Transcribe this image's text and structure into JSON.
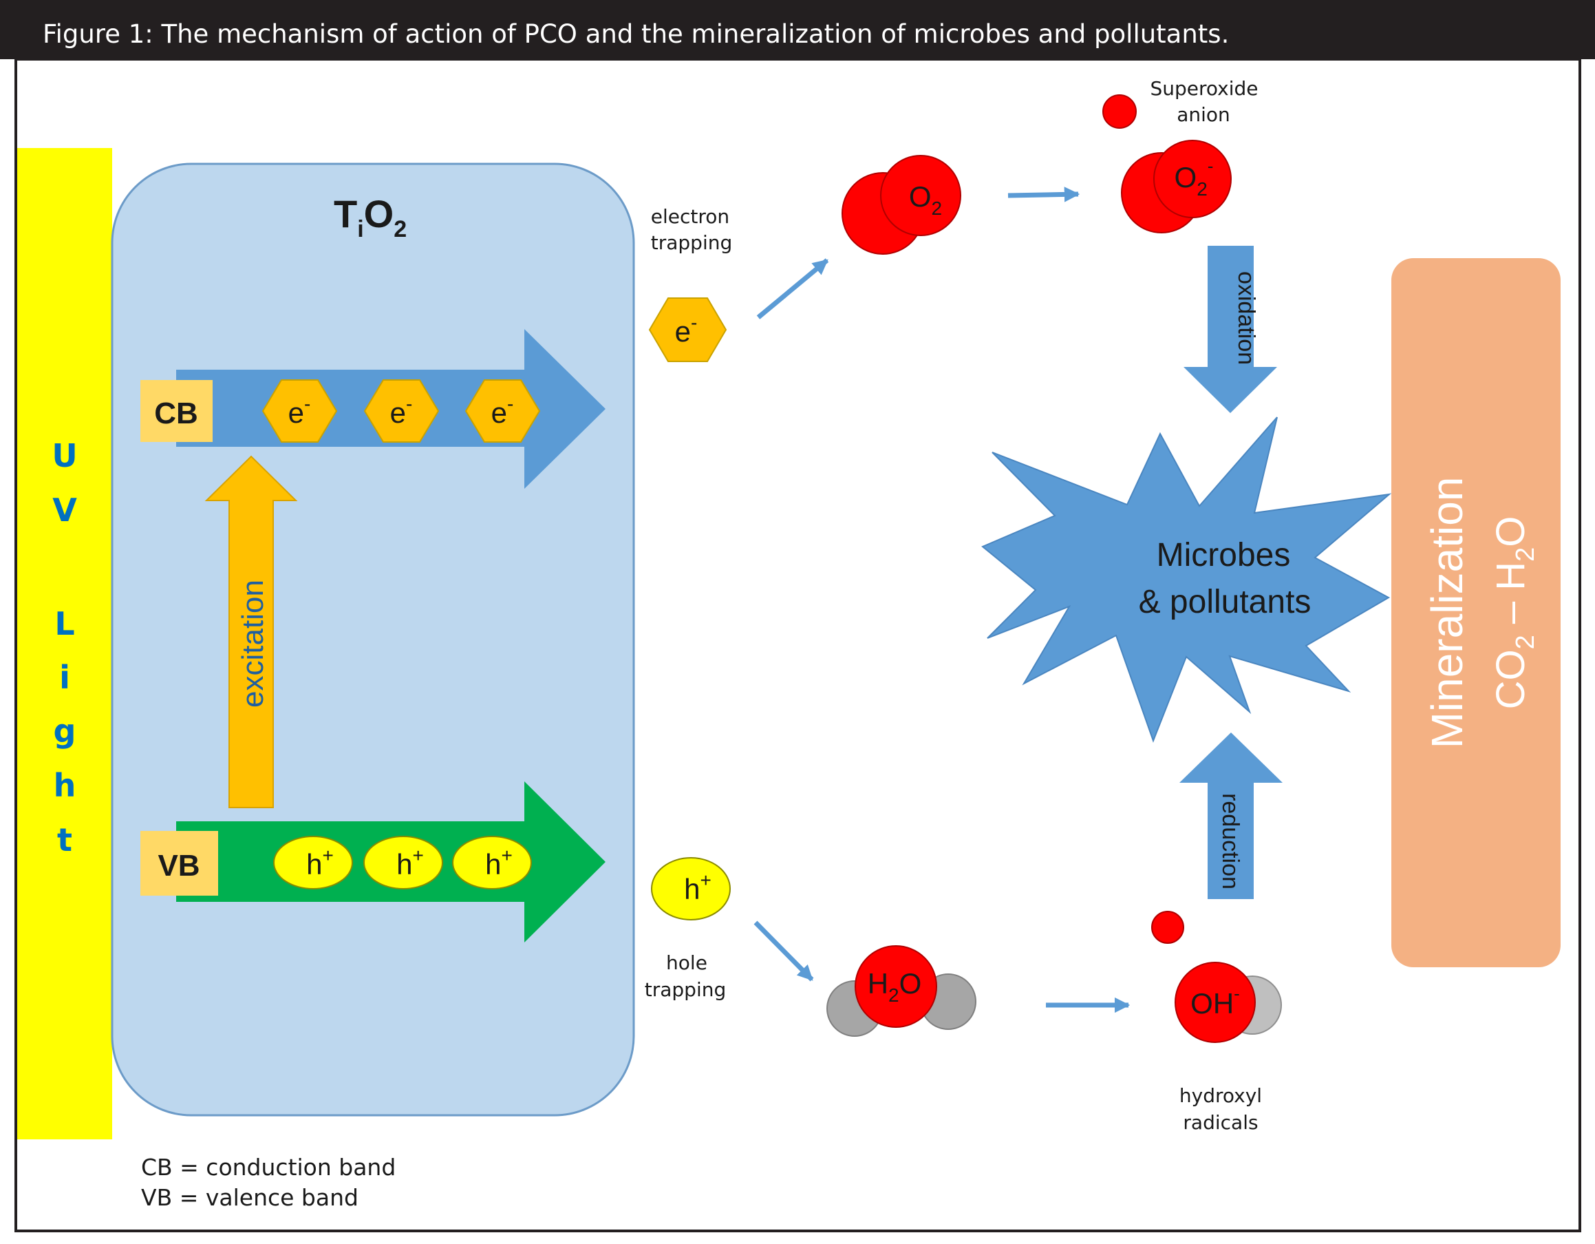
{
  "header": {
    "caption": "Figure 1: The mechanism of action of PCO and the mineralization of microbes and pollutants."
  },
  "uv_light": {
    "letters": [
      "U",
      "V",
      "L",
      "i",
      "g",
      "h",
      "t"
    ]
  },
  "tio2": {
    "label_main": "T",
    "label_sub1": "i",
    "label_o": "O",
    "label_sub2": "2"
  },
  "bands": {
    "cb_label": "CB",
    "vb_label": "VB",
    "electron_base": "e",
    "electron_sup": "-",
    "hole_base": "h",
    "hole_sup": "+",
    "excitation_label": "excitation"
  },
  "trapping": {
    "electron_line1": "electron",
    "electron_line2": "trapping",
    "hole_line1": "hole",
    "hole_line2": "trapping"
  },
  "molecules": {
    "o2_base": "O",
    "o2_sub": "2",
    "superoxide_base": "O",
    "superoxide_sub": "2",
    "superoxide_sup": "-",
    "superoxide_line1": "Superoxide",
    "superoxide_line2": "anion",
    "h2o_h": "H",
    "h2o_sub": "2",
    "h2o_o": "O",
    "oh_base": "OH",
    "oh_sup": "-",
    "hydroxyl_line1": "hydroxyl",
    "hydroxyl_line2": "radicals"
  },
  "process": {
    "oxidation": "oxidation",
    "reduction": "reduction",
    "target_line1": "Microbes",
    "target_line2": "& pollutants"
  },
  "mineralization": {
    "title": "Mineralization",
    "co": "CO",
    "co_sub": "2",
    "dash_h": " – H",
    "h_sub": "2",
    "o": "O"
  },
  "legend": {
    "cb": "CB = conduction  band",
    "vb": "VB = valence band"
  },
  "colors": {
    "header_bg": "#231f20",
    "uv_yellow": "#ffff00",
    "tio2_box": "#bdd7ee",
    "cb_arrow": "#5b9bd5",
    "vb_arrow": "#00b050",
    "excitation_arrow": "#ffc000",
    "electron_hex": "#ffc000",
    "hole_ellipse": "#ffff00",
    "band_label_bg": "#ffd966",
    "oxygen_red": "#ff0000",
    "hydrogen_gray": "#a6a6a6",
    "mineralization_box": "#f4b183",
    "uv_text": "#0070c0"
  }
}
